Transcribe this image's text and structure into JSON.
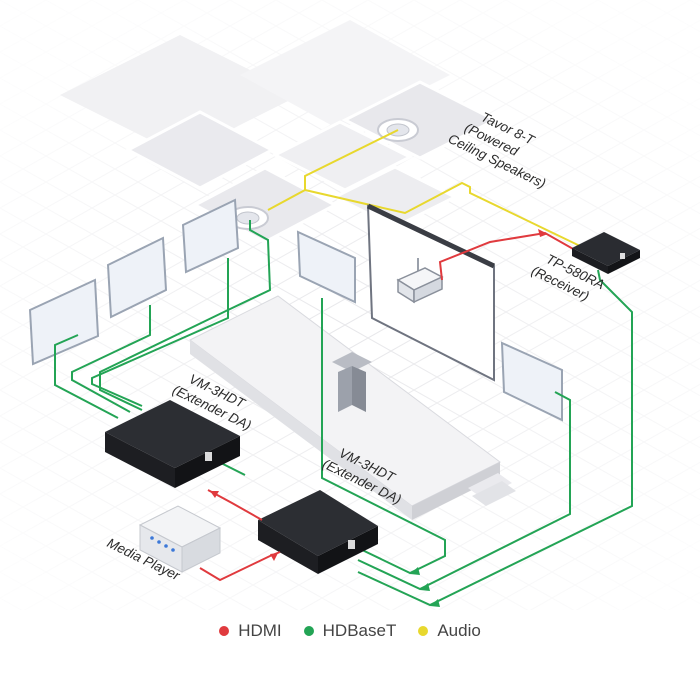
{
  "labels": {
    "speakers": [
      "Tavor 8-T",
      "(Powered",
      "Ceiling Speakers)"
    ],
    "receiver": [
      "TP-580RA",
      "(Receiver)"
    ],
    "extender_top": [
      "VM-3HDT",
      "(Extender DA)"
    ],
    "extender_bottom": [
      "VM-3HDT",
      "(Extender DA)"
    ],
    "media_player": "Media Player"
  },
  "legend": [
    {
      "label": "HDMI",
      "color": "#e03a3e"
    },
    {
      "label": "HDBaseT",
      "color": "#23a455"
    },
    {
      "label": "Audio",
      "color": "#e8d82e"
    }
  ],
  "colors": {
    "hdmi": "#e03a3e",
    "hdbaset": "#23a455",
    "audio": "#e8d82e"
  }
}
